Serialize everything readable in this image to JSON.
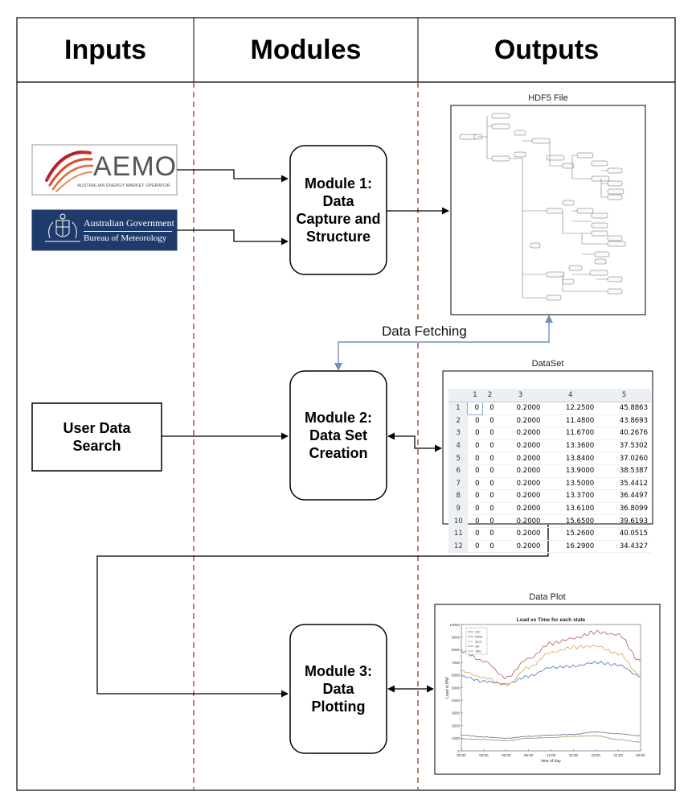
{
  "headers": {
    "inputs": "Inputs",
    "modules": "Modules",
    "outputs": "Outputs"
  },
  "inputs": {
    "aemo": {
      "wordmark": "AEMO",
      "tagline": "AUSTRALIAN ENERGY MARKET OPERATOR"
    },
    "bom": {
      "line1": "Australian Government",
      "line2": "Bureau of Meteorology"
    },
    "user_search": "User Data\nSearch"
  },
  "modules": {
    "m1": "Module 1:\nData\nCapture and\nStructure",
    "m2": "Module 2:\nData Set\nCreation",
    "m3": "Module 3:\nData\nPlotting"
  },
  "outputs": {
    "hdf5_caption": "HDF5 File",
    "dataset_caption": "DataSet",
    "plot_caption": "Data Plot"
  },
  "edge_labels": {
    "fetch": "Data Fetching"
  },
  "colors": {
    "divider": "#b5574d",
    "fetch_arrow": "#6f93b8",
    "aemo_red": "#c42a2b",
    "bom_navy": "#1f3b6b"
  },
  "dataset": {
    "columns": [
      "",
      "1",
      "2",
      "3",
      "4",
      "5"
    ],
    "rows": [
      [
        "1",
        "0",
        "0",
        "0.2000",
        "12.2500",
        "45.8863"
      ],
      [
        "2",
        "0",
        "0",
        "0.2000",
        "11.4800",
        "43.8693"
      ],
      [
        "3",
        "0",
        "0",
        "0.2000",
        "11.6700",
        "40.2676"
      ],
      [
        "4",
        "0",
        "0",
        "0.2000",
        "13.3600",
        "37.5302"
      ],
      [
        "5",
        "0",
        "0",
        "0.2000",
        "13.8400",
        "37.0260"
      ],
      [
        "6",
        "0",
        "0",
        "0.2000",
        "13.9000",
        "38.5387"
      ],
      [
        "7",
        "0",
        "0",
        "0.2000",
        "13.5000",
        "35.4412"
      ],
      [
        "8",
        "0",
        "0",
        "0.2000",
        "13.3700",
        "36.4497"
      ],
      [
        "9",
        "0",
        "0",
        "0.2000",
        "13.6100",
        "36.8099"
      ],
      [
        "10",
        "0",
        "0",
        "0.2000",
        "15.6500",
        "39.6193"
      ],
      [
        "11",
        "0",
        "0",
        "0.2000",
        "15.2600",
        "40.0515"
      ],
      [
        "12",
        "0",
        "0",
        "0.2000",
        "16.2900",
        "34.4327"
      ]
    ]
  },
  "chart_data": {
    "type": "line",
    "title": "Load vs Time for each state",
    "xlabel": "time of day",
    "ylabel": "Load in MW",
    "x_ticks": [
      "00:00",
      "03:00",
      "06:00",
      "09:00",
      "12:00",
      "15:00",
      "18:00",
      "21:00",
      "00:00"
    ],
    "y_ticks": [
      "0",
      "1000",
      "2000",
      "3000",
      "4000",
      "5000",
      "6000",
      "7000",
      "8000",
      "9000",
      "10000"
    ],
    "ylim": [
      0,
      10000
    ],
    "x": [
      0,
      3,
      6,
      9,
      12,
      15,
      18,
      21,
      24
    ],
    "legend_position": "top-left",
    "grid": false,
    "series": [
      {
        "name": "VIC",
        "color": "#4a74b4",
        "values": [
          5900,
          5500,
          5300,
          5900,
          6600,
          6700,
          7000,
          6800,
          5900
        ]
      },
      {
        "name": "NSW",
        "color": "#b35a54",
        "values": [
          7900,
          7100,
          5800,
          7300,
          8500,
          8900,
          9400,
          9200,
          7100
        ]
      },
      {
        "name": "QLD",
        "color": "#d9a548",
        "values": [
          6300,
          5800,
          5200,
          6600,
          7800,
          8200,
          8300,
          7700,
          6000
        ]
      },
      {
        "name": "SA",
        "color": "#7c5f91",
        "values": [
          1250,
          1100,
          1000,
          1150,
          1250,
          1300,
          1500,
          1350,
          1200
        ]
      },
      {
        "name": "TAS",
        "color": "#7aa059",
        "values": [
          950,
          900,
          800,
          1000,
          1050,
          1150,
          1200,
          900,
          700
        ]
      }
    ]
  }
}
